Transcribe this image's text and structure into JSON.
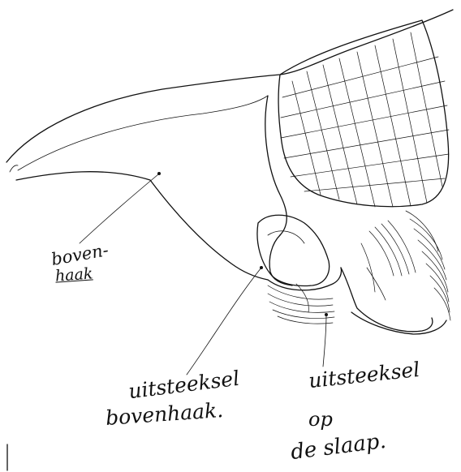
{
  "labels": {
    "bovenhaak_line1": "boven-",
    "bovenhaak_line2": "haak",
    "uitsteeksel_bovenhaak_line1": "uitsteeksel",
    "uitsteeksel_bovenhaak_line2": "bovenhaak.",
    "uitsteeksel_slaap_line1": "uitsteeksel",
    "uitsteeksel_slaap_line2": "op",
    "uitsteeksel_slaap_line3": "de slaap."
  },
  "colors": {
    "ink": "#111111",
    "paper": "#ffffff"
  }
}
